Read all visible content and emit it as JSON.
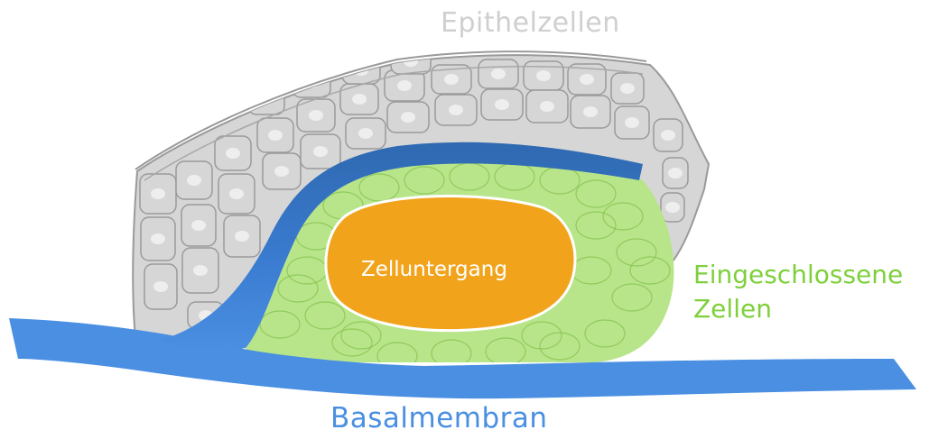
{
  "labels": {
    "epithelial_cells": "Epithelzellen",
    "enclosed_cells_line1": "Eingeschlossene",
    "enclosed_cells_line2": "Zellen",
    "basement_membrane": "Basalmembran",
    "cell_death": "Zelluntergang"
  },
  "colors": {
    "epithelium_fill": "#d6d6d6",
    "epithelium_stroke": "#9a9a9a",
    "nucleus": "#eeeeee",
    "enclosed_fill": "#b9e58a",
    "enclosed_cell": "#7fbf4a",
    "membrane": "#4a8fe2",
    "membrane_dark": "#2f69b0",
    "core": "#f2a31c",
    "epithel_label": "#cfcfcf",
    "enclosed_label": "#7ed03b",
    "membrane_label": "#4a8fe2"
  }
}
